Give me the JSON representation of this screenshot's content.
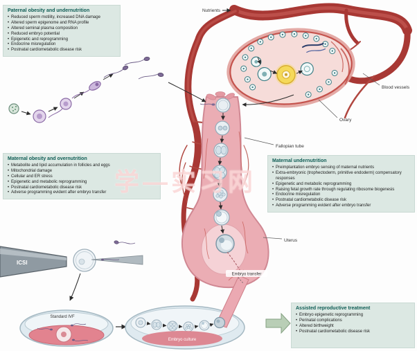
{
  "watermark": "学—实习网",
  "boxes": {
    "paternal": {
      "title": "Paternal obesity and undernutrition",
      "items": [
        "Reduced sperm motility, increased DNA damage",
        "Altered sperm epigenome and RNA profile",
        "Altered seminal plasma composition",
        "Reduced embryo potential",
        "Epigenetic and reprogramming",
        "Endocrine misregulation",
        "Postnatal cardiometabolic disease risk"
      ]
    },
    "maternal_obesity": {
      "title": "Maternal obesity and overnutrition",
      "items": [
        "Metabolite and lipid accumulation in follicles and eggs",
        "Mitochondrial damage",
        "Cellular and ER stress",
        "Epigenetic and metabolic reprogramming",
        "Postnatal cardiometabolic disease risk",
        "Adverse programming evident after embryo transfer"
      ]
    },
    "maternal_undernutrition": {
      "title": "Maternal undernutrition",
      "items": [
        "Preimplantation embryo sensing of maternal nutrients",
        "Extra-embryonic (trophectoderm, primitive endoderm) compensatory responses",
        "Epigenetic and metabolic reprogramming",
        "Raising fetal growth rate through regulating ribosome biogenesis",
        "Endocrine misregulation",
        "Postnatal cardiometabolic disease risk",
        "Adverse programming evident after embryo transfer"
      ]
    },
    "art": {
      "title": "Assisted reproductive treatment",
      "items": [
        "Embryo epigenetic reprogramming",
        "Perinatal complications",
        "Altered birthweight",
        "Postnatal cardiometabolic disease risk"
      ]
    }
  },
  "labels": {
    "nutrients": "Nutrients",
    "blood_vessels": "Blood vessels",
    "ovary": "Ovary",
    "fallopian_tube": "Fallopian tube",
    "uterus": "Uterus",
    "embryo_transfer": "Embryo transfer",
    "icsi": "ICSI",
    "standard_ivf": "Standard IVF",
    "embryo_culture": "Embryo culture"
  },
  "colors": {
    "vessel_red": "#a83834",
    "tissue_pink": "#ebadb4",
    "box_background": "#dce8e3",
    "box_title_teal": "#0e5c54",
    "follicle_yellow": "#f5d95a",
    "arrow_green": "#b9ceb6"
  }
}
